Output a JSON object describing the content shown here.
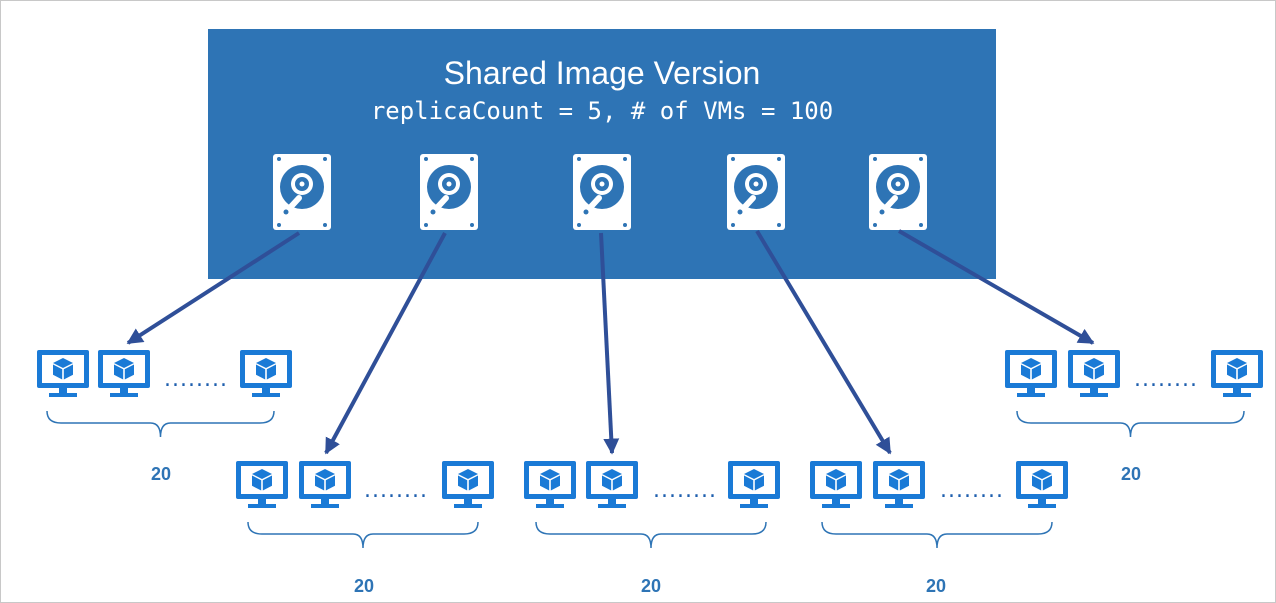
{
  "shared_image_version": {
    "title": "Shared Image Version",
    "subtitle": "replicaCount = 5, # of VMs = 100",
    "replicas": [
      {
        "icon": "hard-disk-icon"
      },
      {
        "icon": "hard-disk-icon"
      },
      {
        "icon": "hard-disk-icon"
      },
      {
        "icon": "hard-disk-icon"
      },
      {
        "icon": "hard-disk-icon"
      }
    ]
  },
  "vm_groups": [
    {
      "count_label": "20",
      "ellipsis": "........",
      "icon": "virtual-machine-icon"
    },
    {
      "count_label": "20",
      "ellipsis": "........",
      "icon": "virtual-machine-icon"
    },
    {
      "count_label": "20",
      "ellipsis": "........",
      "icon": "virtual-machine-icon"
    },
    {
      "count_label": "20",
      "ellipsis": "........",
      "icon": "virtual-machine-icon"
    },
    {
      "count_label": "20",
      "ellipsis": "........",
      "icon": "virtual-machine-icon"
    }
  ],
  "colors": {
    "box": "#2e74b5",
    "arrow": "#2f4f98",
    "vm_icon": "#1a7ad6",
    "brace": "#2e74b5",
    "label": "#2e74b5"
  }
}
